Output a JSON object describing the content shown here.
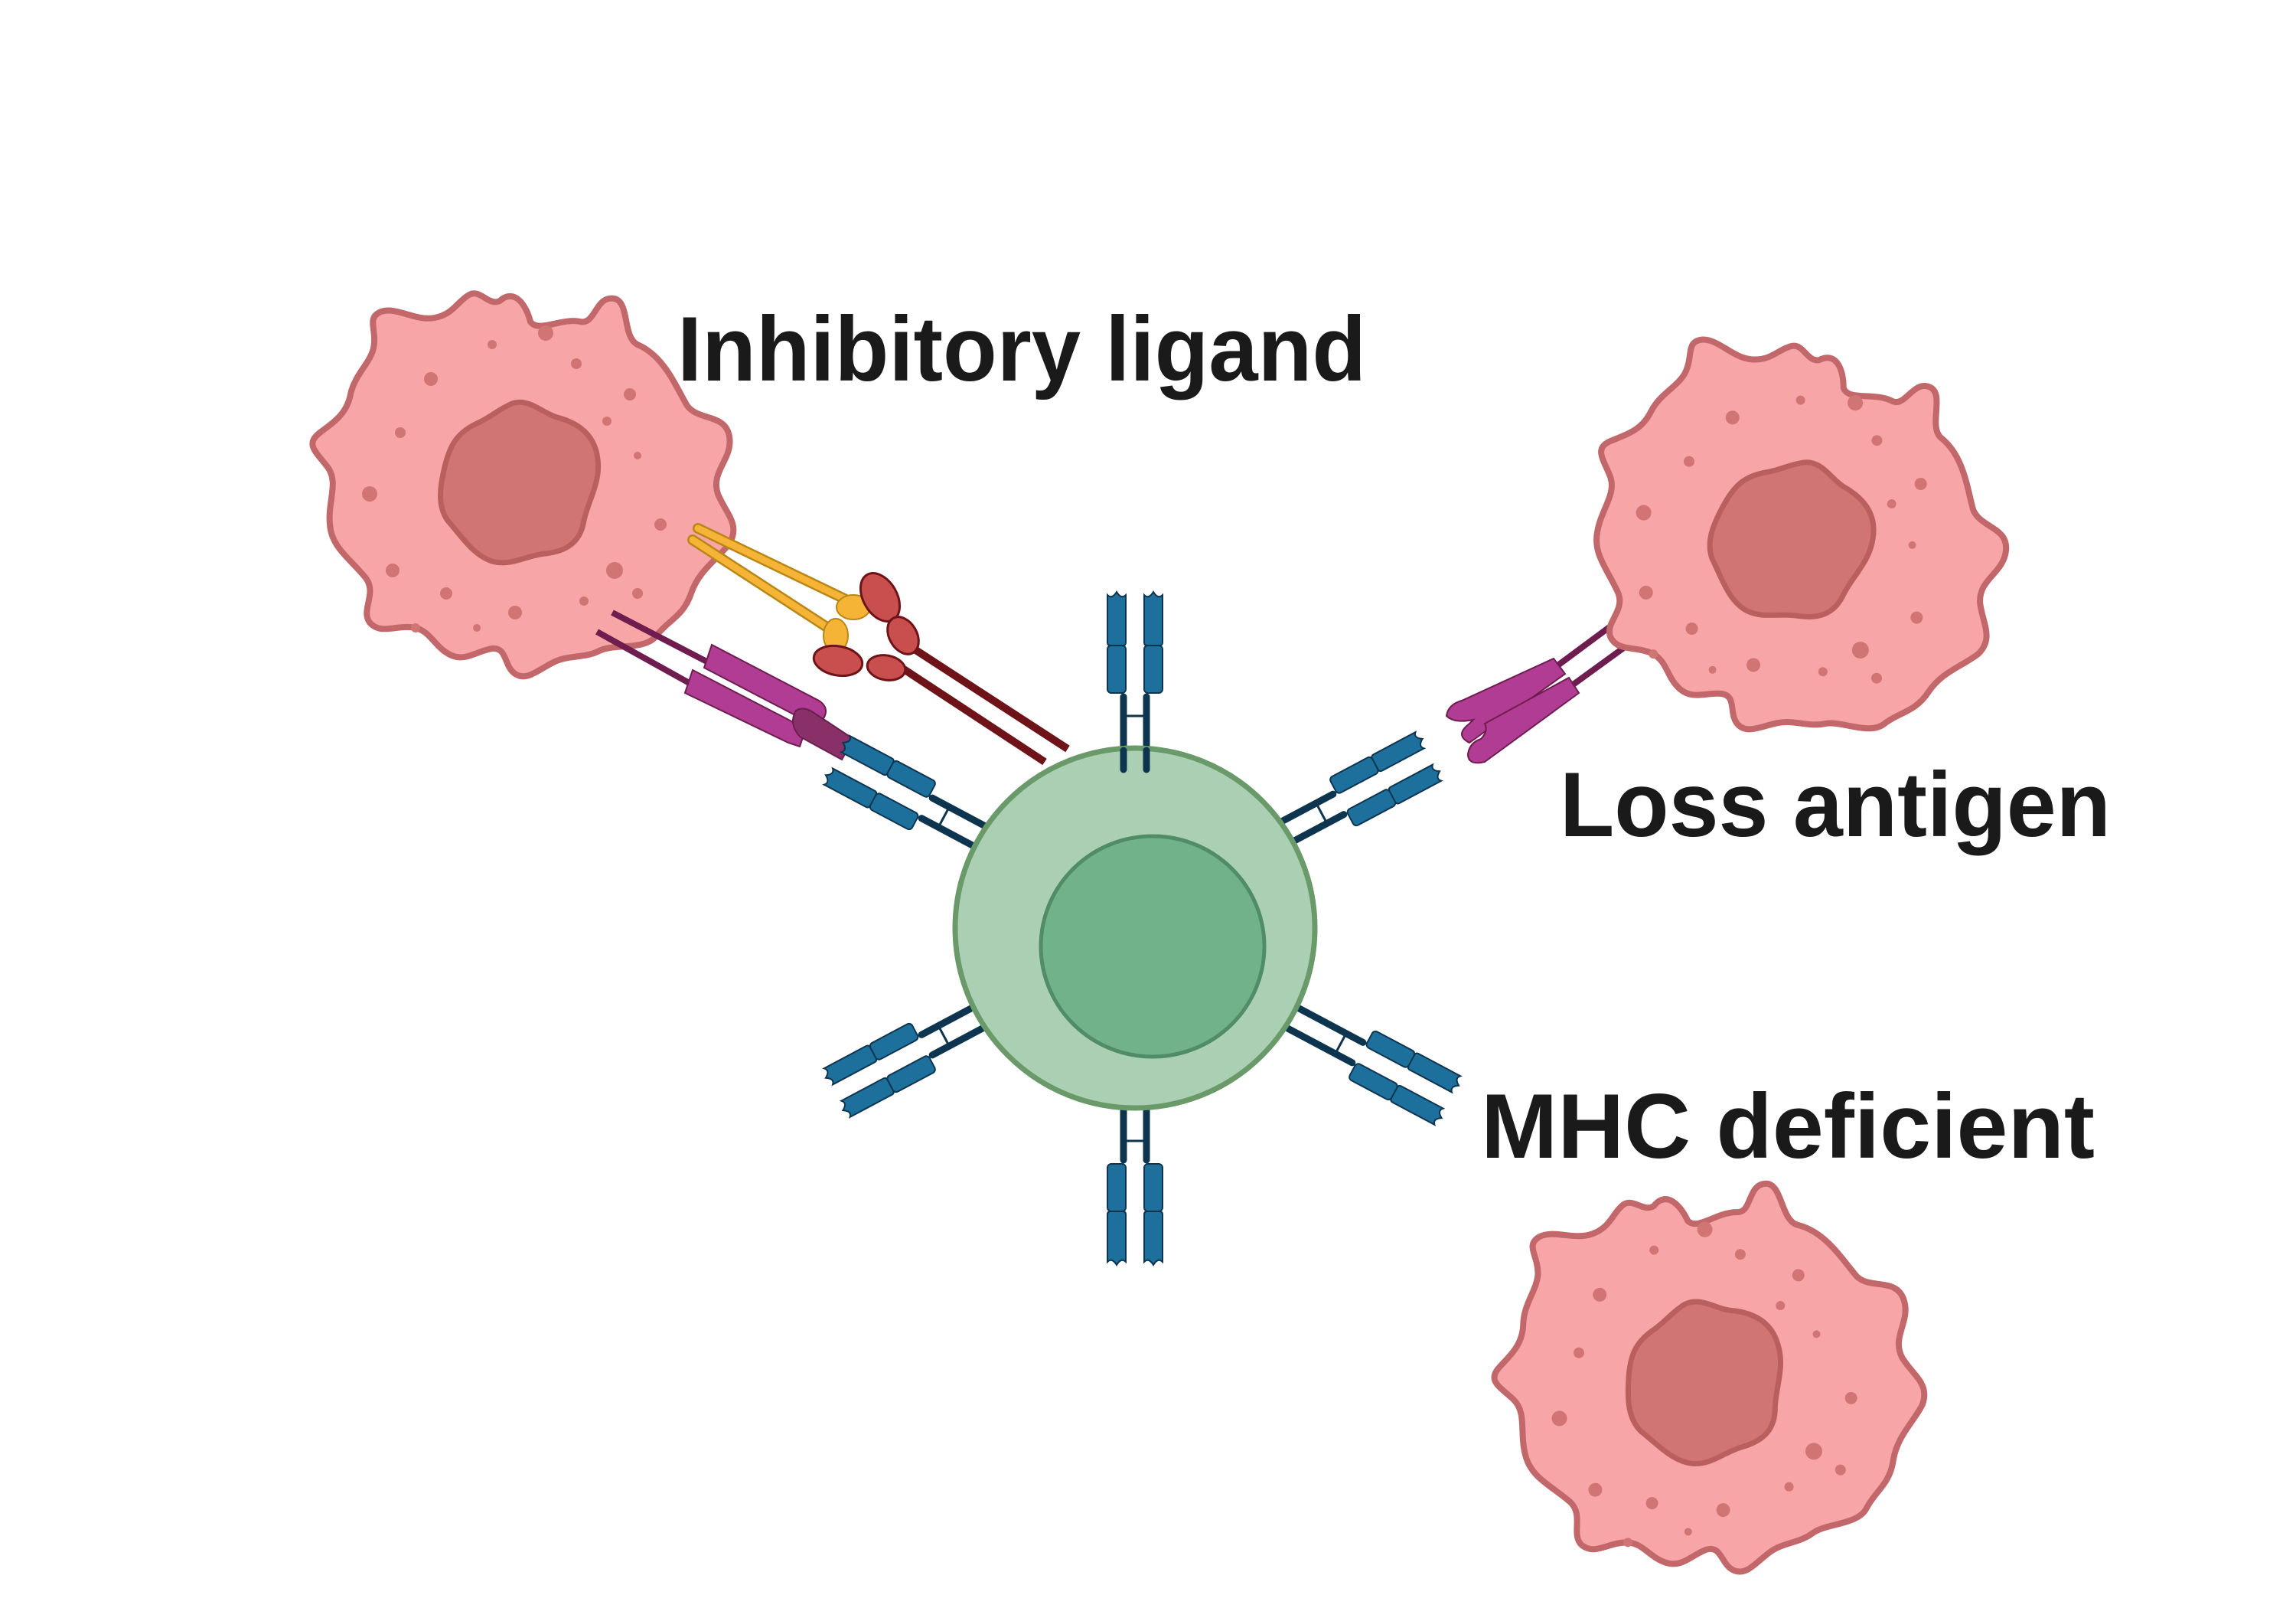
{
  "diagram": {
    "labels": {
      "inhibitory_ligand": "Inhibitory ligand",
      "loss_antigen": "Loss antigen",
      "mhc_deficient": "MHC deficient"
    },
    "components": [
      {
        "id": "immune-cell",
        "description": "Central immune (NK) cell with receptors"
      },
      {
        "id": "tumor-cell-inhibitory",
        "description": "Tumor cell presenting inhibitory ligand"
      },
      {
        "id": "tumor-cell-loss-antigen",
        "description": "Tumor cell with antigen loss"
      },
      {
        "id": "tumor-cell-mhc-deficient",
        "description": "Tumor cell lacking MHC"
      }
    ],
    "colors": {
      "tumor_fill": "#f7a5a7",
      "tumor_outline": "#c2686a",
      "tumor_nucleus": "#d07574",
      "immune_outer": "#aacfb3",
      "immune_outline": "#6a9a6a",
      "immune_nucleus": "#72b28a",
      "receptor_blue": "#1d6f9c",
      "receptor_stalk": "#0e3550",
      "antigen_magenta": "#b03d93",
      "antigen_stalk": "#6f1c4e",
      "ligand_yellow": "#f6b436",
      "inhibitory_receptor_red": "#c94e4e",
      "inhibitory_stalk": "#6e1418",
      "car_binder_purple": "#8a3068",
      "text": "#1a1a1a"
    }
  }
}
